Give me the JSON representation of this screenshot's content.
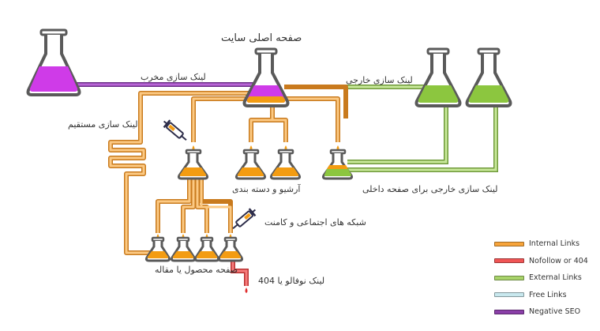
{
  "labels": {
    "home": "صفحه اصلی سایت",
    "destructive": "لینک سازی مخرب",
    "external": "لینک سازی خارجی",
    "direct": "لینک سازی مستقیم",
    "archive": "آرشیو و دسته بندی",
    "external_to_inner": "لینک سازی خارجی برای صفحه داخلی",
    "social": "شبکه های اجتماعی و کامنت",
    "product": "صفحه محصول یا مقاله",
    "nofollow": "لینک نوفالو یا 404"
  },
  "legend": [
    {
      "label": "Internal Links",
      "color": "#f7a43a"
    },
    {
      "label": "Nofollow or 404",
      "color": "#f05555"
    },
    {
      "label": "External Links",
      "color": "#a8d36a"
    },
    {
      "label": "Free Links",
      "color": "#c8e8ee"
    },
    {
      "label": "Negative SEO",
      "color": "#8a3fa8"
    }
  ],
  "colors": {
    "purple_liquid": "#cf3be8",
    "green_liquid": "#8cc63f",
    "orange_liquid": "#f39c12",
    "flask_outline": "#5a5a5a",
    "internal": "#f7a43a",
    "external": "#a8d36a",
    "nofollow": "#f05555",
    "negative": "#8a3fa8"
  },
  "icons": [
    "syringe-icon",
    "syringe-icon"
  ]
}
